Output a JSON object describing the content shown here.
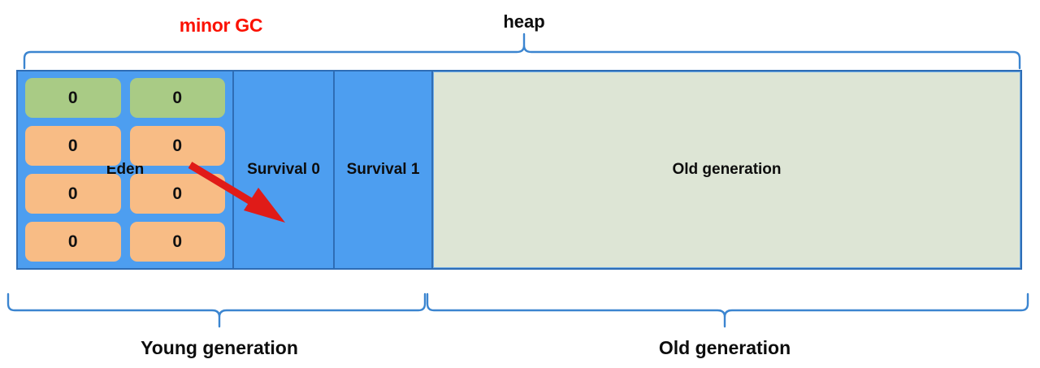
{
  "diagram": {
    "title": "heap",
    "annotation": "minor GC",
    "annotation_color": "#fb1100"
  },
  "top_braces": [
    {
      "label": "heap",
      "spans": "entire heap",
      "direction": "up"
    }
  ],
  "heap": {
    "border_color": "#2f6db5",
    "young_fill": "#4d9ef0",
    "regions": [
      {
        "name": "eden",
        "label": "Eden",
        "label_occluded": true,
        "objects": [
          {
            "text": "0",
            "color": "#a9cb85",
            "state": "survived"
          },
          {
            "text": "0",
            "color": "#a9cb85",
            "state": "survived"
          },
          {
            "text": "0",
            "color": "#f8bc85",
            "state": "allocated"
          },
          {
            "text": "0",
            "color": "#f8bc85",
            "state": "allocated"
          },
          {
            "text": "0",
            "color": "#f8bc85",
            "state": "allocated"
          },
          {
            "text": "0",
            "color": "#f8bc85",
            "state": "allocated"
          },
          {
            "text": "0",
            "color": "#f8bc85",
            "state": "allocated"
          },
          {
            "text": "0",
            "color": "#f8bc85",
            "state": "allocated"
          }
        ]
      },
      {
        "name": "survival-0",
        "label": "Survival 0",
        "objects": []
      },
      {
        "name": "survival-1",
        "label": "Survival 1",
        "objects": []
      },
      {
        "name": "old-generation",
        "label": "Old generation",
        "fill": "#dde5d5",
        "objects": []
      }
    ]
  },
  "arrow": {
    "color": "#e01b18",
    "from": "Eden",
    "to": "Survival 0",
    "meaning": "minor GC copies live objects"
  },
  "bottom_braces": [
    {
      "label": "Young generation",
      "covers": [
        "Eden",
        "Survival 0",
        "Survival 1"
      ]
    },
    {
      "label": "Old generation",
      "covers": [
        "Old generation"
      ]
    }
  ]
}
